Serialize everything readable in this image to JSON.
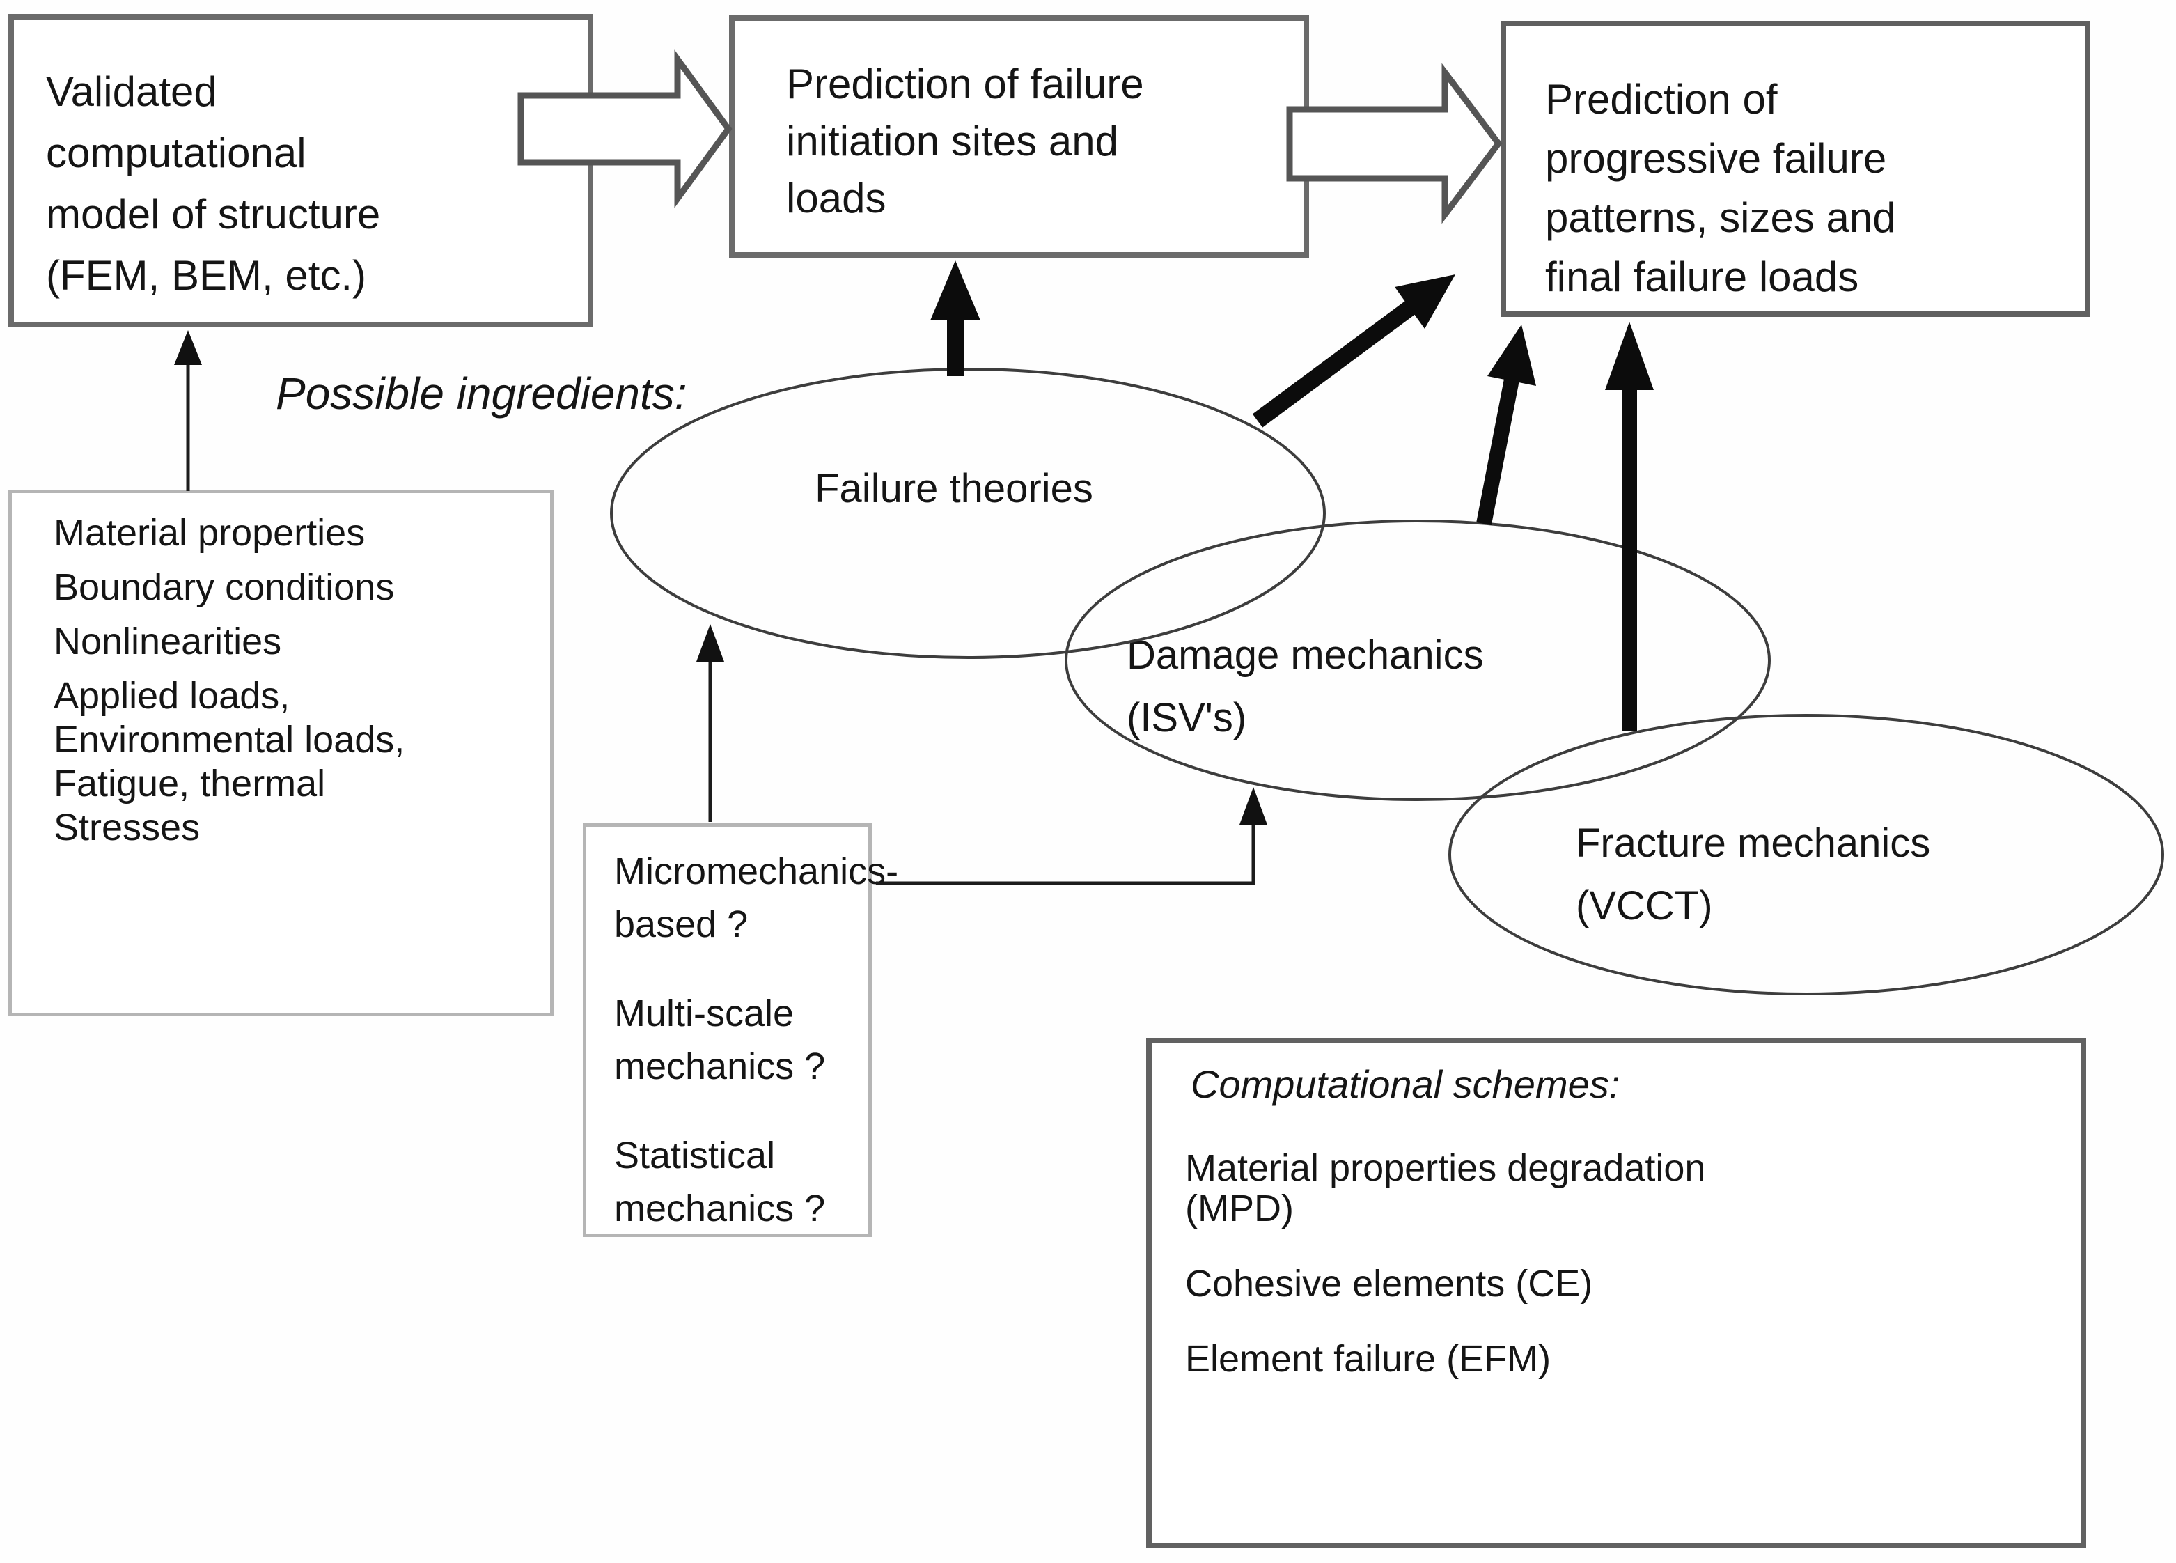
{
  "title": "Progressive failure prediction flow diagram",
  "colors": {
    "background": "#fefefe",
    "box_border_dark": "#6b6b6b",
    "box_border_light": "#b5b5b5",
    "ellipse_stroke": "#3d3d3d",
    "arrow_black": "#111111",
    "hollow_arrow_stroke": "#555555",
    "text": "#151515"
  },
  "boxes": {
    "model": {
      "lines": [
        "Validated",
        "computational",
        "model of structure",
        "(FEM, BEM, etc.)"
      ]
    },
    "initiation": {
      "lines": [
        "Prediction of failure",
        "initiation sites and",
        "loads"
      ]
    },
    "progressive": {
      "lines": [
        "Prediction of",
        "progressive failure",
        "patterns, sizes and",
        "final failure loads"
      ]
    },
    "inputs": {
      "paragraphs": [
        "Material properties",
        "Boundary conditions",
        "Nonlinearities",
        "Applied loads,\nEnvironmental loads,\nFatigue, thermal\nStresses"
      ]
    },
    "micromechanics": {
      "paragraphs": [
        "Micromechanics-\nbased ?",
        "Multi-scale\nmechanics ?",
        "Statistical\nmechanics ?"
      ]
    },
    "schemes": {
      "title": "Computational schemes:",
      "items": [
        "Material properties degradation\n(MPD)",
        "Cohesive elements (CE)",
        "Element failure (EFM)"
      ]
    }
  },
  "labels": {
    "ingredients": "Possible ingredients:"
  },
  "ellipses": {
    "failure": {
      "label": "Failure theories"
    },
    "damage": {
      "label": "Damage mechanics\n(ISV's)"
    },
    "fracture": {
      "label": "Fracture mechanics\n(VCCT)"
    }
  }
}
